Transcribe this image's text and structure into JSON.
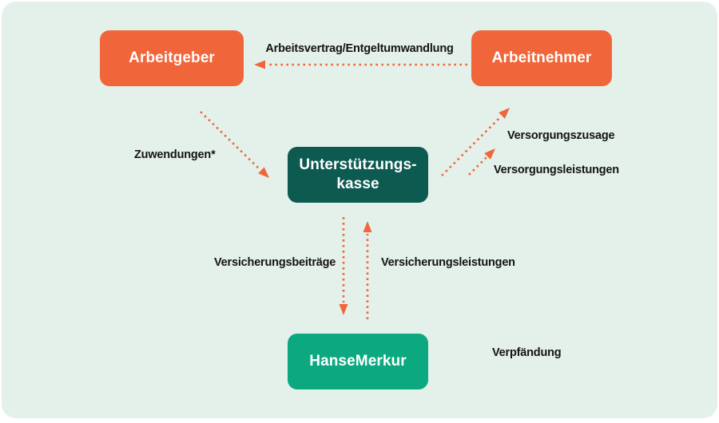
{
  "diagram": {
    "title_context": "betriebliche Altersversorgung / Unterstützungskasse Schema",
    "colors": {
      "panel_bg": "#e4f0ea",
      "orange": "#f0663a",
      "dark_teal": "#0d5a51",
      "green": "#0ca981",
      "label_text": "#141414",
      "node_text": "#ffffff"
    },
    "nodes": {
      "arbeitgeber": {
        "label": "Arbeitgeber"
      },
      "arbeitnehmer": {
        "label": "Arbeitnehmer"
      },
      "unterstuetzungskasse": {
        "line1": "Unterstützungs-",
        "line2": "kasse"
      },
      "hansemerkur": {
        "label": "HanseMerkur"
      }
    },
    "edge_labels": {
      "arbeitsvertrag": "Arbeitsvertrag/Entgeltumwandlung",
      "zuwendungen": "Zuwendungen*",
      "versorgungszusage": "Versorgungszusage",
      "versorgungsleistungen": "Versorgungsleistungen",
      "versicherungsbeitraege": "Versicherungsbeiträge",
      "versicherungsleistungen": "Versicherungsleistungen",
      "verpfaendung": "Verpfändung"
    },
    "edges": [
      {
        "from": "arbeitnehmer",
        "to": "arbeitgeber",
        "label": "Arbeitsvertrag/Entgeltumwandlung",
        "style": "dotted-orange"
      },
      {
        "from": "arbeitgeber",
        "to": "unterstuetzungskasse",
        "label": "Zuwendungen*",
        "style": "dotted-orange"
      },
      {
        "from": "unterstuetzungskasse",
        "to": "arbeitnehmer",
        "label": "Versorgungszusage",
        "style": "dotted-orange"
      },
      {
        "from": "unterstuetzungskasse",
        "to": "arbeitnehmer",
        "label": "Versorgungsleistungen",
        "style": "dotted-orange"
      },
      {
        "from": "unterstuetzungskasse",
        "to": "hansemerkur",
        "label": "Versicherungsbeiträge",
        "style": "dotted-orange"
      },
      {
        "from": "hansemerkur",
        "to": "unterstuetzungskasse",
        "label": "Versicherungsleistungen",
        "style": "dotted-orange"
      },
      {
        "from": "hansemerkur",
        "to": null,
        "label": "Verpfändung",
        "style": "label-only"
      }
    ]
  }
}
